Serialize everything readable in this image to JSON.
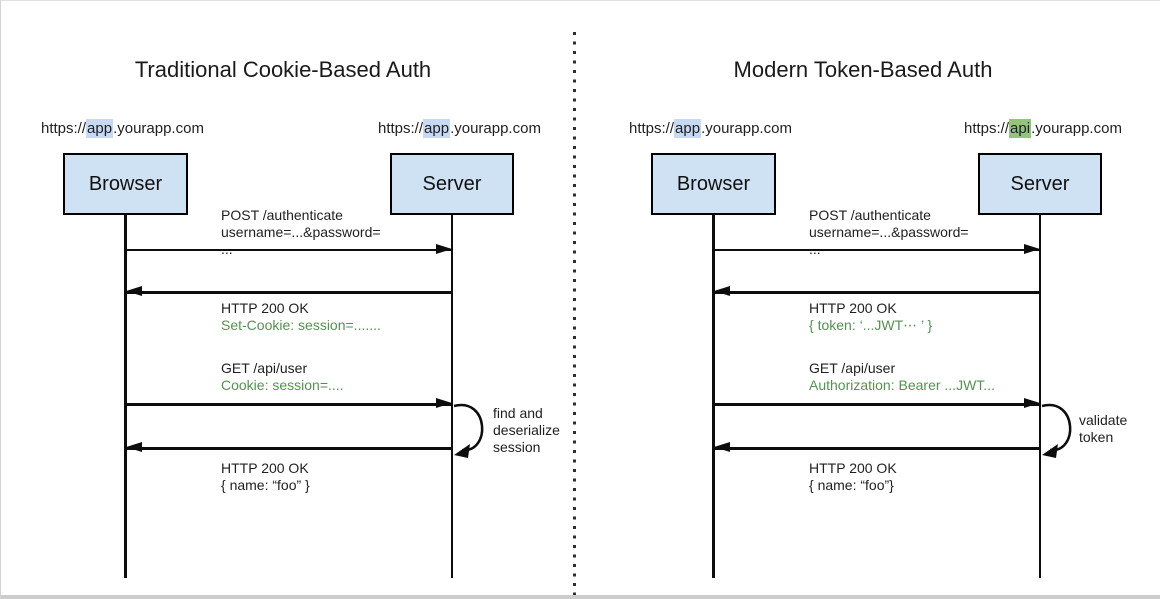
{
  "colors": {
    "box_fill": "#cfe2f3",
    "box_border": "#000000",
    "highlight_blue": "#c7d9f5",
    "highlight_green": "#93c47d",
    "green_text": "#53924f",
    "line": "#0d0d0d"
  },
  "left": {
    "title": "Traditional Cookie-Based Auth",
    "browser_label": "Browser",
    "server_label": "Server",
    "browser_url": {
      "pre": "https://",
      "hl": "app",
      "post": ".yourapp.com"
    },
    "server_url": {
      "pre": "https://",
      "hl": "app",
      "post": ".yourapp.com"
    },
    "m1": [
      "POST /authenticate",
      "username=...&password=",
      "..."
    ],
    "m2": [
      "HTTP 200 OK",
      "Set-Cookie: session=......."
    ],
    "m3": [
      "GET /api/user",
      "Cookie: session=...."
    ],
    "m4": [
      "HTTP 200 OK",
      "{ name: “foo” }"
    ],
    "loop_label": [
      "find and",
      "deserialize",
      "session"
    ]
  },
  "right": {
    "title": "Modern Token-Based Auth",
    "browser_label": "Browser",
    "server_label": "Server",
    "browser_url": {
      "pre": "https://",
      "hl": "app",
      "post": ".yourapp.com"
    },
    "server_url": {
      "pre": "https://",
      "hl": "api",
      "post": ".yourapp.com"
    },
    "m1": [
      "POST /authenticate",
      "username=...&password=",
      "..."
    ],
    "m2": [
      "HTTP 200 OK",
      "{ token: ‘...JWT⋯ ’ }"
    ],
    "m3": [
      "GET /api/user",
      "Authorization: Bearer ...JWT..."
    ],
    "m4": [
      "HTTP 200 OK",
      "{ name: “foo”}"
    ],
    "loop_label": [
      "validate",
      "token"
    ]
  }
}
